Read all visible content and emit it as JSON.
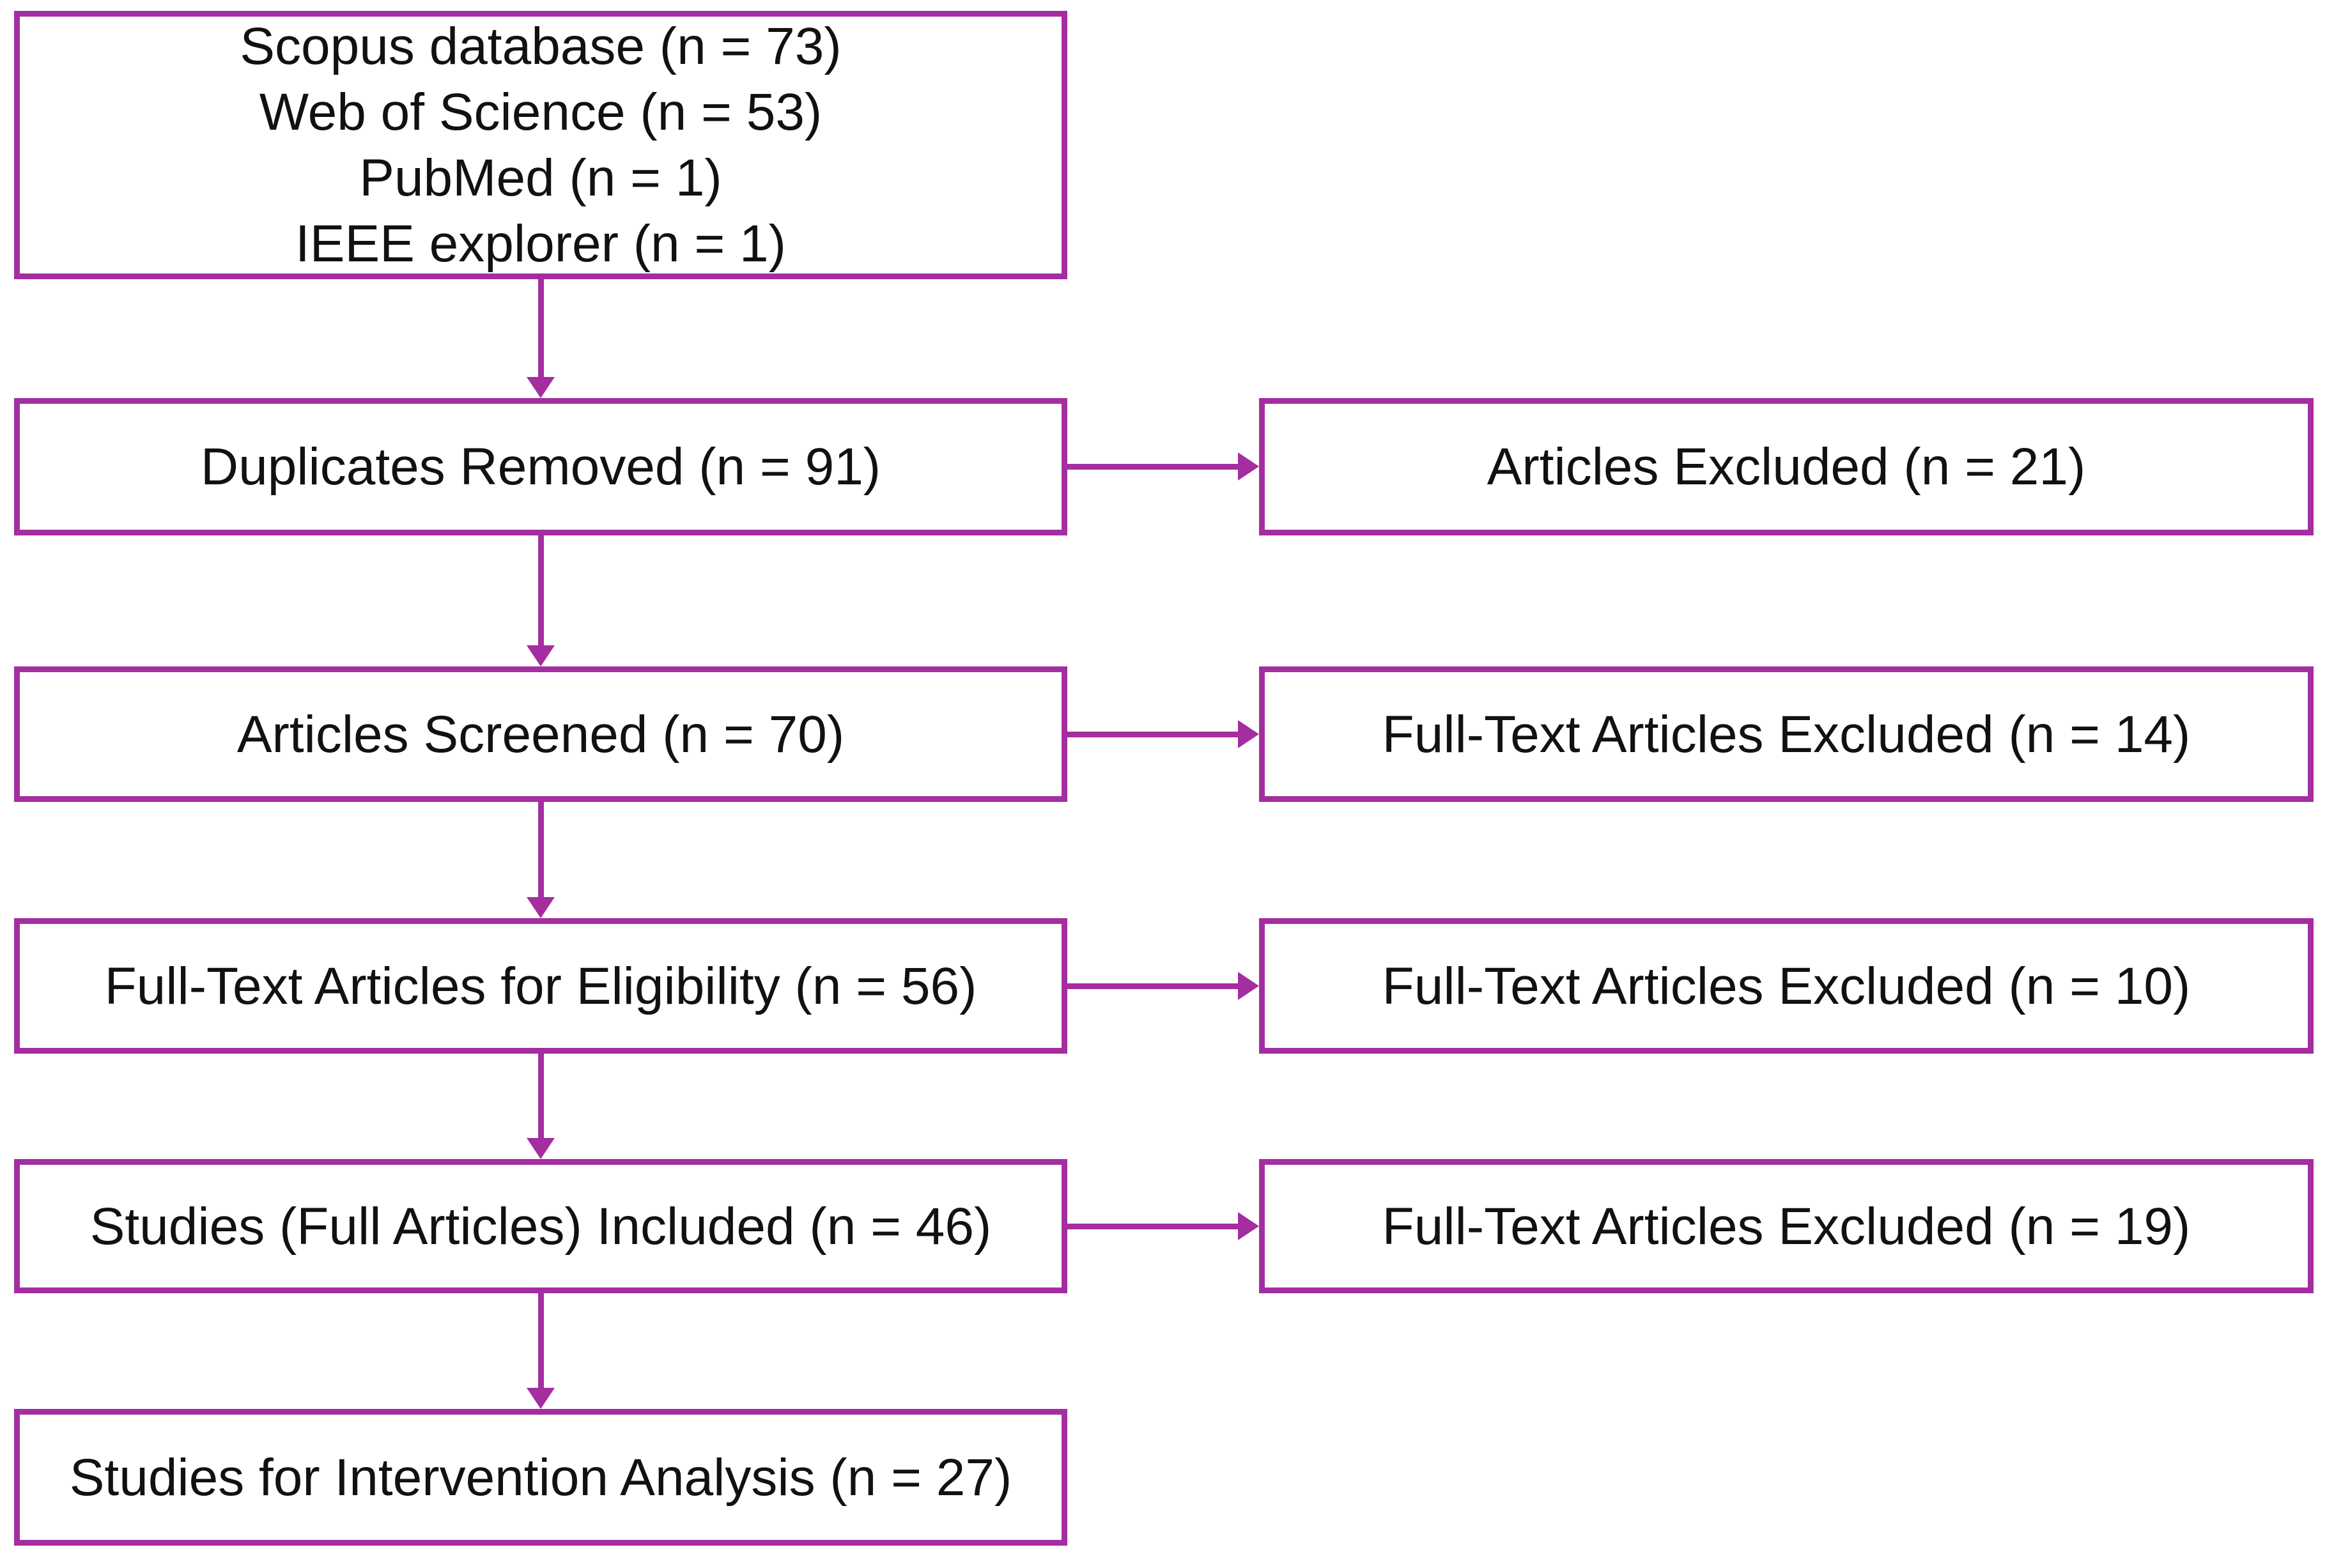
{
  "style": {
    "accent_color": "#A42DA0",
    "text_color": "#111111",
    "background_color": "#FFFFFF"
  },
  "flow": {
    "main": [
      {
        "name": "database-sources",
        "lines": [
          "Scopus database (n = 73)",
          "Web of Science (n = 53)",
          "PubMed (n = 1)",
          "IEEE explorer (n = 1)"
        ]
      },
      {
        "lines": [
          "Duplicates Removed (n = 91)"
        ]
      },
      {
        "lines": [
          "Articles Screened (n = 70)"
        ]
      },
      {
        "lines": [
          "Full-Text Articles for Eligibility (n = 56)"
        ]
      },
      {
        "lines": [
          "Studies (Full Articles) Included (n = 46)"
        ]
      },
      {
        "lines": [
          "Studies for Intervention Analysis (n = 27)"
        ]
      }
    ],
    "side": [
      {
        "label": "Articles Excluded (n = 21)"
      },
      {
        "label": "Full-Text Articles Excluded (n = 14)"
      },
      {
        "label": "Full-Text Articles Excluded (n = 10)"
      },
      {
        "label": "Full-Text Articles Excluded (n = 19)"
      }
    ]
  }
}
